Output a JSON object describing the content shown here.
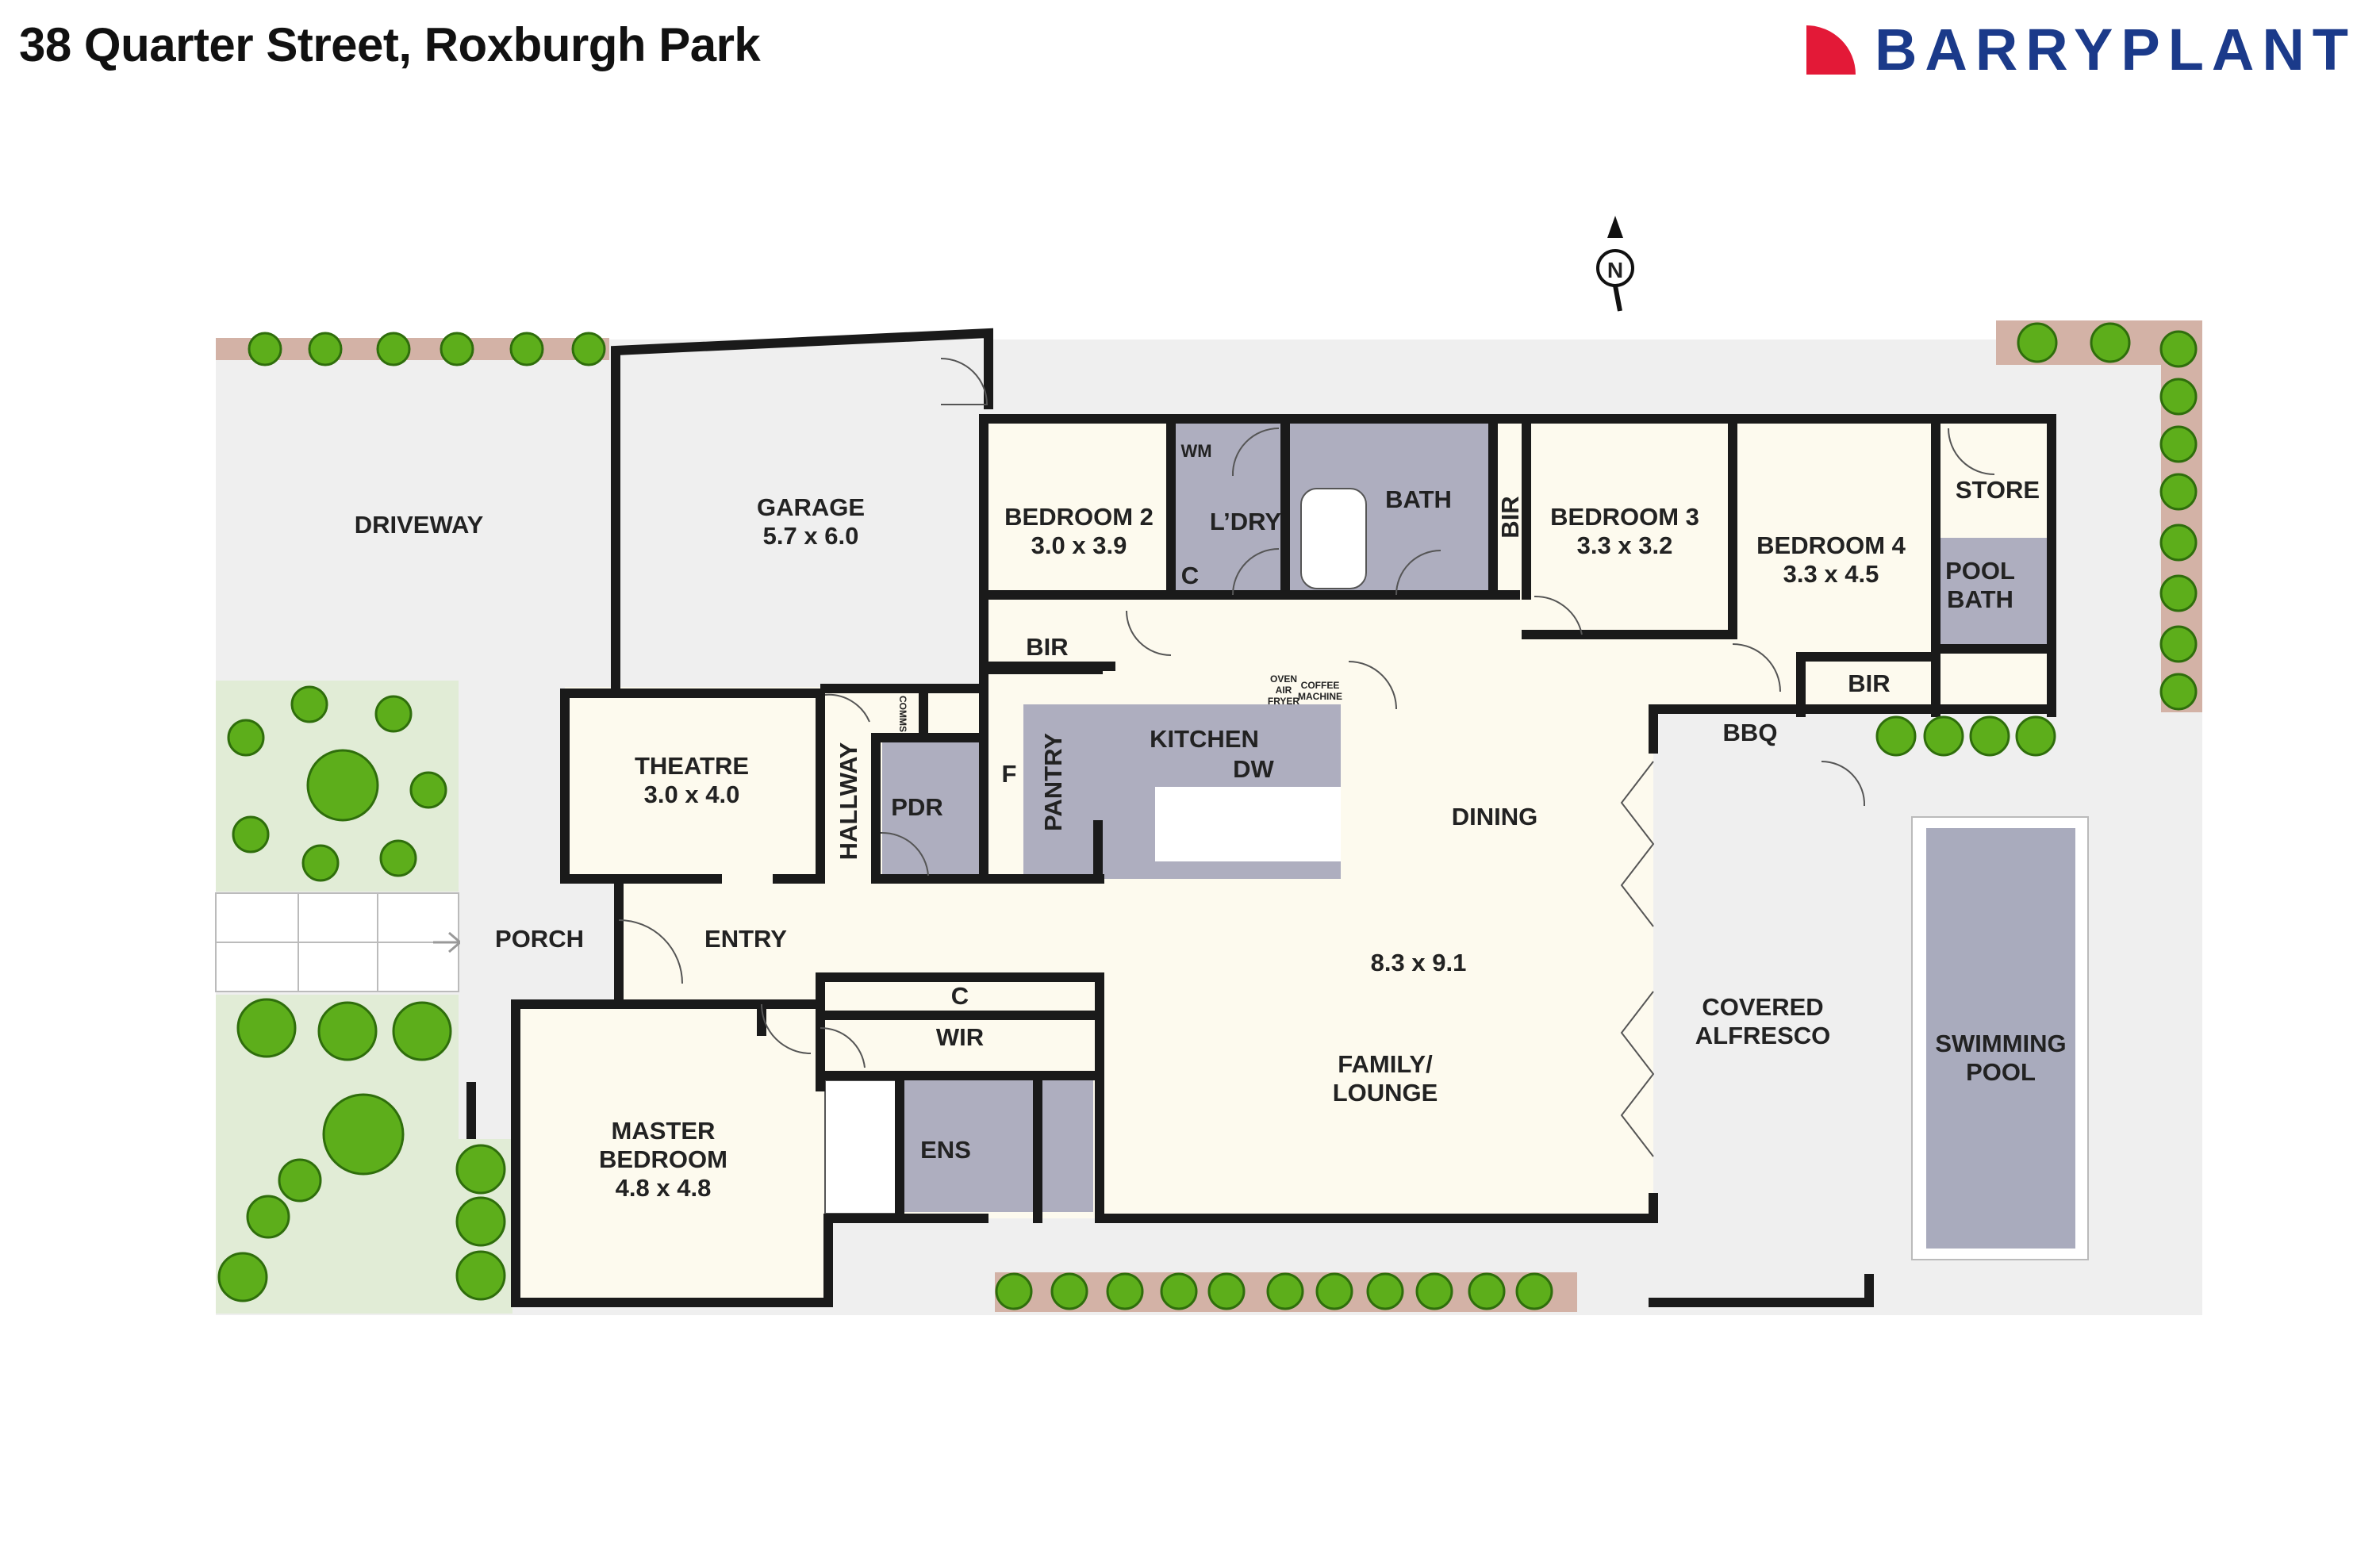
{
  "header": {
    "address": "38 Quarter Street, Roxburgh Park",
    "brand": "BARRYPLANT",
    "brand_color": "#1b3a8a",
    "brand_mark_color": "#e31937"
  },
  "compass": {
    "label": "N"
  },
  "rooms": {
    "driveway": {
      "name": "DRIVEWAY"
    },
    "garage": {
      "name": "GARAGE",
      "size": "5.7 x 6.0"
    },
    "bedroom2": {
      "name": "BEDROOM 2",
      "size": "3.0 x 3.9"
    },
    "bedroom2_bir": {
      "name": "BIR"
    },
    "wm": {
      "name": "WM"
    },
    "laundry": {
      "name": "L’DRY"
    },
    "laundry_cupboard": {
      "name": "C"
    },
    "bath": {
      "name": "BATH"
    },
    "bir_vertical": {
      "name": "BIR"
    },
    "bedroom3": {
      "name": "BEDROOM 3",
      "size": "3.3 x 3.2"
    },
    "bedroom4": {
      "name": "BEDROOM 4",
      "size": "3.3 x 4.5"
    },
    "bedroom4_bir": {
      "name": "BIR"
    },
    "store": {
      "name": "STORE"
    },
    "pool_bath": {
      "name": "POOL BATH",
      "line1": "POOL",
      "line2": "BATH"
    },
    "theatre": {
      "name": "THEATRE",
      "size": "3.0 x 4.0"
    },
    "comms": {
      "name": "COMMS"
    },
    "hallway": {
      "name": "HALLWAY"
    },
    "pdr": {
      "name": "PDR"
    },
    "fridge": {
      "name": "F"
    },
    "pantry": {
      "name": "PANTRY"
    },
    "kitchen": {
      "name": "KITCHEN"
    },
    "dishwasher": {
      "name": "DW"
    },
    "oven": {
      "line1": "OVEN",
      "line2": "AIR",
      "line3": "FRYER"
    },
    "coffee": {
      "line1": "COFFEE",
      "line2": "MACHINE"
    },
    "bbq": {
      "name": "BBQ"
    },
    "dining": {
      "name": "DINING"
    },
    "family": {
      "name": "FAMILY/ LOUNGE",
      "line1": "FAMILY/",
      "line2": "LOUNGE",
      "size": "8.3 x 9.1"
    },
    "porch": {
      "name": "PORCH"
    },
    "entry": {
      "name": "ENTRY"
    },
    "master_cupboard": {
      "name": "C"
    },
    "wir": {
      "name": "WIR"
    },
    "master": {
      "name": "MASTER BEDROOM",
      "line1": "MASTER",
      "line2": "BEDROOM",
      "size": "4.8 x 4.8"
    },
    "ensuite": {
      "name": "ENS"
    },
    "alfresco": {
      "name": "COVERED ALFRESCO",
      "line1": "COVERED",
      "line2": "ALFRESCO"
    },
    "pool": {
      "name": "SWIMMING POOL",
      "line1": "SWIMMING",
      "line2": "POOL"
    }
  },
  "colors": {
    "interior_floor": "#fdfaee",
    "wet_area": "#aeaebf",
    "outdoor_paving": "#efefef",
    "lawn": "#e1ecd6",
    "garden_bed": "#d3b2a6",
    "shrub": "#5dae1b",
    "wall": "#1a1a1a",
    "pool_water": "#a9abbd"
  }
}
